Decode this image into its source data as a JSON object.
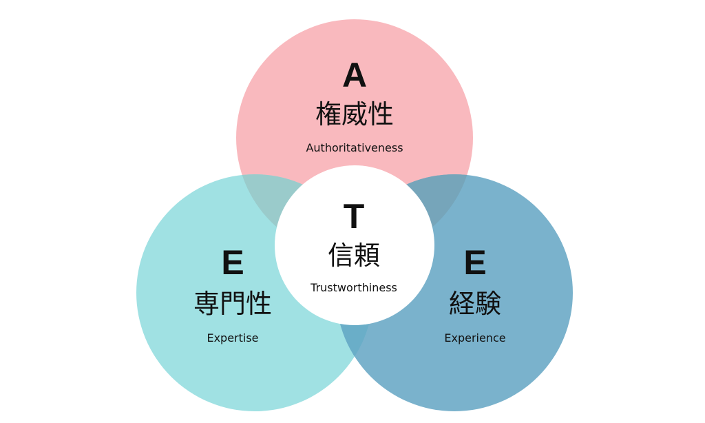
{
  "colors": {
    "authority": "#F9B9BE",
    "expertise": "#A0E1E3",
    "experience": "#7AB2CC",
    "trust": "#FFFFFF"
  },
  "authority": {
    "letter": "A",
    "jp": "権威性",
    "en": "Authoritativeness"
  },
  "trust": {
    "letter": "T",
    "jp": "信頼",
    "en": "Trustworthiness"
  },
  "expertise": {
    "letter": "E",
    "jp": "専門性",
    "en": "Expertise"
  },
  "experience": {
    "letter": "E",
    "jp": "経験",
    "en": "Experience"
  }
}
